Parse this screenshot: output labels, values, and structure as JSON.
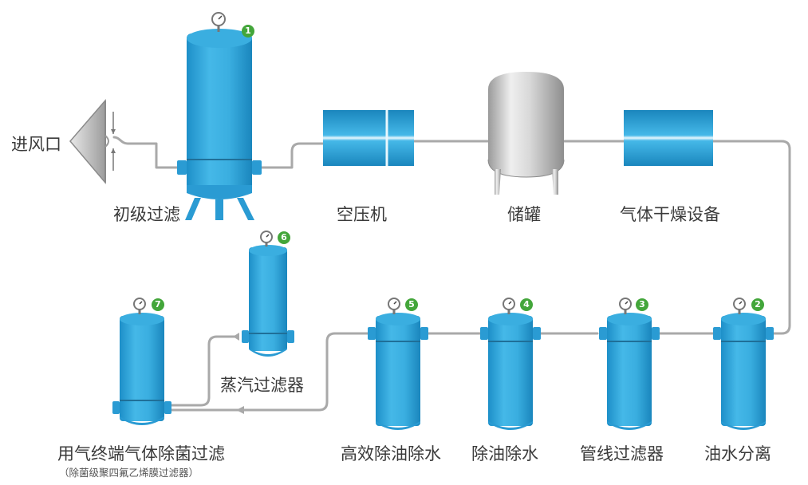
{
  "labels": {
    "inlet": "进风口",
    "pre_filter": "初级过滤",
    "compressor": "空压机",
    "tank": "储罐",
    "dryer": "气体干燥设备",
    "oil_water_sep": "油水分离",
    "pipeline_filter": "管线过滤器",
    "oil_removal": "除油除水",
    "hi_eff_oil_removal": "高效除油除水",
    "steam_filter": "蒸汽过滤器",
    "terminal_filter": "用气终端气体除菌过滤",
    "terminal_filter_note": "（除菌级聚四氟乙烯膜过滤器）"
  },
  "badges": {
    "b1": "1",
    "b2": "2",
    "b3": "3",
    "b4": "4",
    "b5": "5",
    "b6": "6",
    "b7": "7"
  },
  "colors": {
    "vessel_blue": "#33a7d8",
    "pipe_gray": "#a9a9a9",
    "badge_green": "#43a63a",
    "tank_silver": "#c9c9c9"
  }
}
